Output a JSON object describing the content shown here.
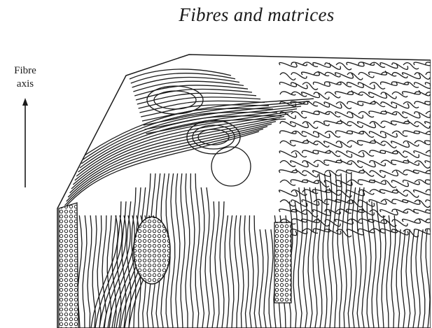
{
  "title": "Fibres and matrices",
  "axis_label": {
    "line1": "Fibre",
    "line2": "axis"
  },
  "colors": {
    "ink": "#1a1a1a",
    "paper": "#ffffff"
  },
  "illustration": {
    "subject": "fibre-cross-section-drawing"
  }
}
